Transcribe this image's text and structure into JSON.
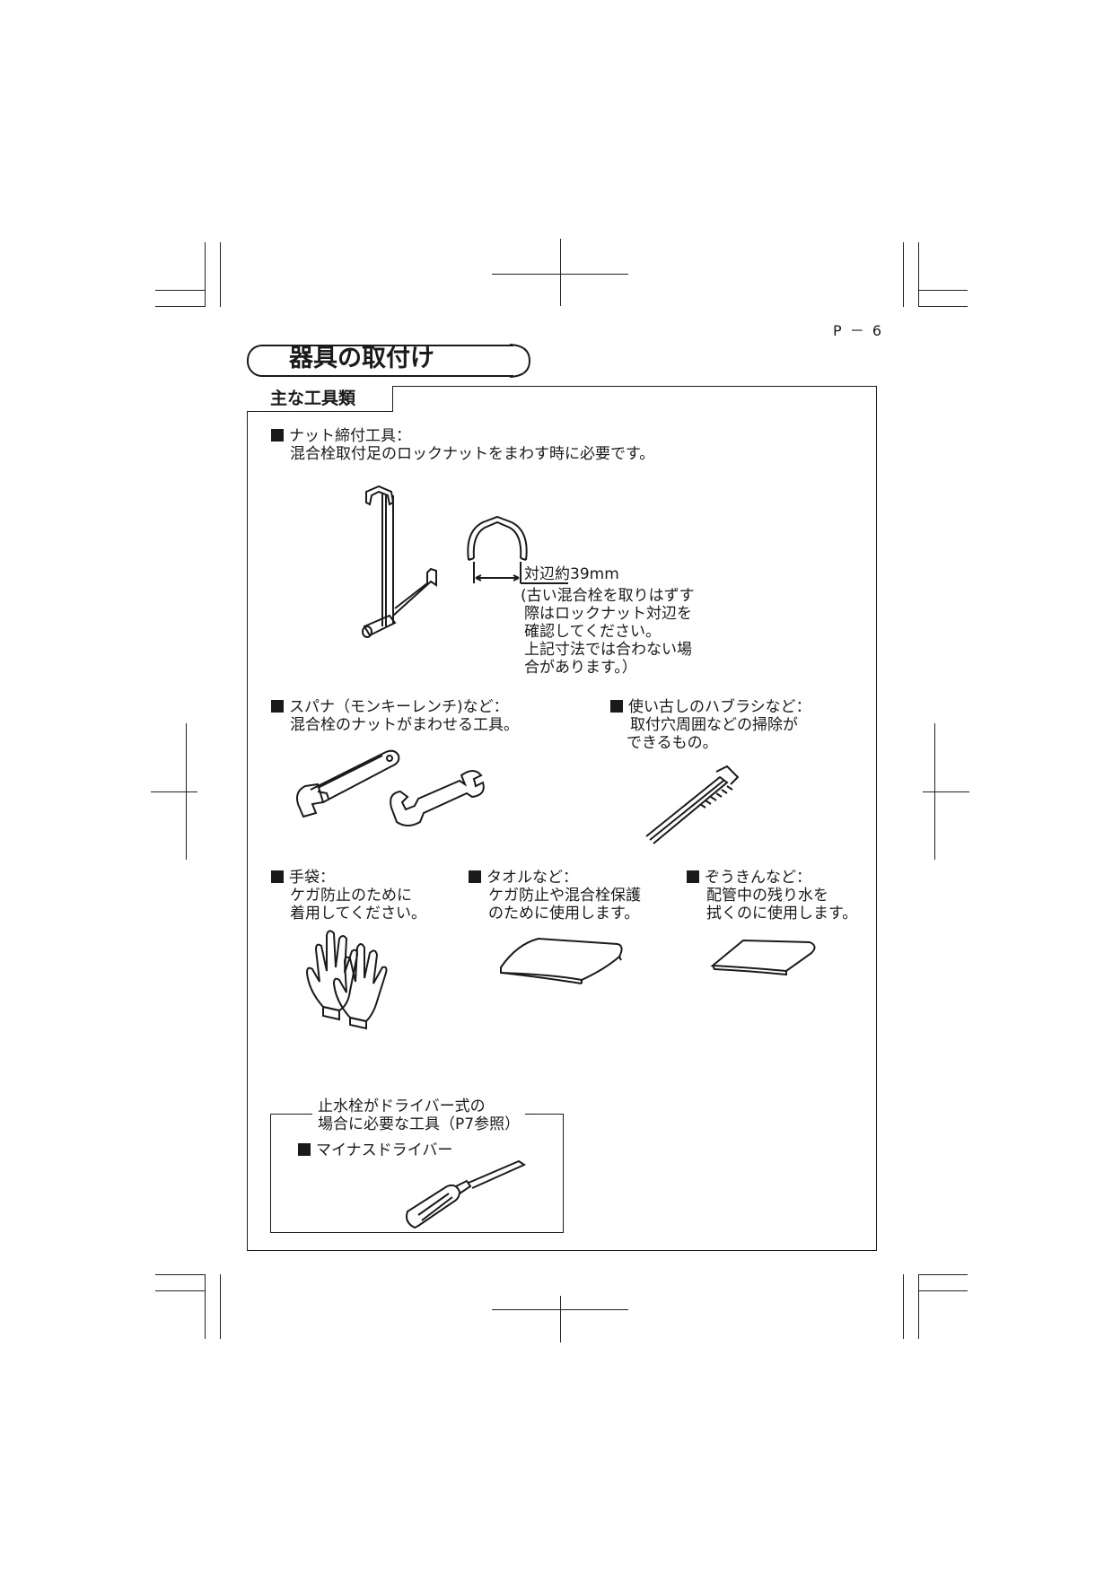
{
  "page": {
    "number": "P － 6"
  },
  "header": {
    "title": "器具の取付け"
  },
  "section": {
    "title": "主な工具類"
  },
  "nut_tool": {
    "label": "ナット締付工具：",
    "desc": "混合栓取付足のロックナットをまわす時に必要です。",
    "dimension": "対辺約39mm",
    "note": [
      "(古い混合栓を取りはずす",
      "際はロックナット対辺を",
      "確認してください。",
      "上記寸法では合わない場",
      "合があります。）"
    ]
  },
  "spanner": {
    "label": "スパナ（モンキーレンチ)など：",
    "desc": "混合栓のナットがまわせる工具。"
  },
  "toothbrush": {
    "label": "使い古しのハブラシなど：",
    "desc": [
      "取付穴周囲などの掃除が",
      "できるもの。"
    ]
  },
  "gloves": {
    "label": "手袋：",
    "desc": [
      "ケガ防止のために",
      "着用してください。"
    ]
  },
  "towel": {
    "label": "タオルなど：",
    "desc": [
      "ケガ防止や混合栓保護",
      "のために使用します。"
    ]
  },
  "rag": {
    "label": "ぞうきんなど：",
    "desc": [
      "配管中の残り水を",
      "拭くのに使用します。"
    ]
  },
  "driver_section": {
    "legend": [
      "止水栓がドライバー式の",
      "場合に必要な工具（P7参照）"
    ],
    "item": "マイナスドライバー"
  },
  "icons": [
    "nut-wrench-icon",
    "nut-profile-icon",
    "adjustable-wrench-icon",
    "spanner-icon",
    "toothbrush-icon",
    "gloves-icon",
    "towel-icon",
    "rag-icon",
    "screwdriver-icon"
  ]
}
